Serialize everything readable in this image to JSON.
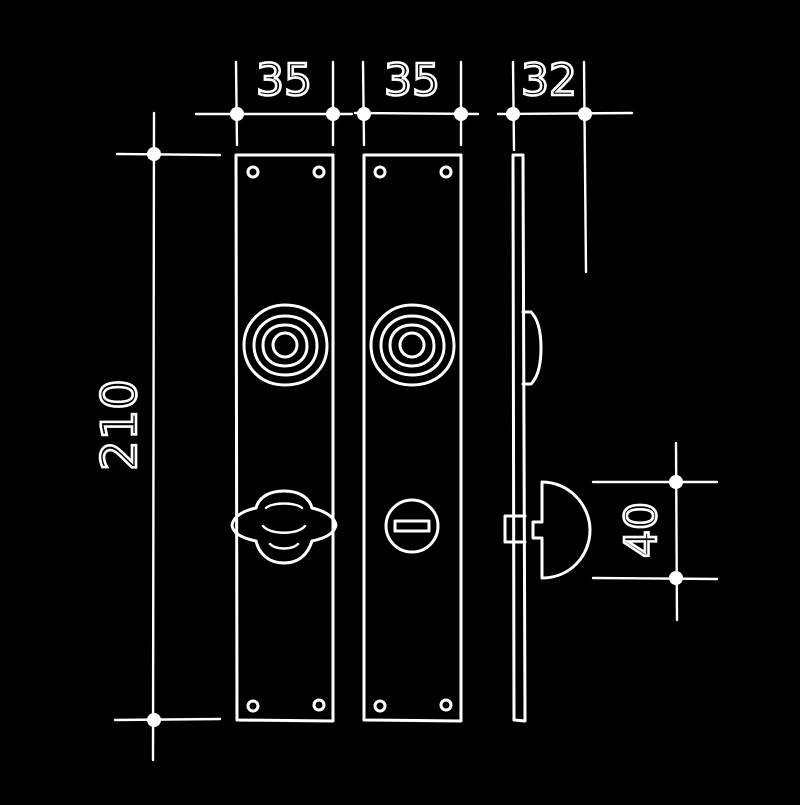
{
  "dimensions": {
    "top_width_front": "35",
    "top_width_back": "35",
    "top_depth_side": "32",
    "height": "210",
    "knob_height": "40"
  },
  "colors": {
    "background": "#000000",
    "line": "#ffffff"
  }
}
